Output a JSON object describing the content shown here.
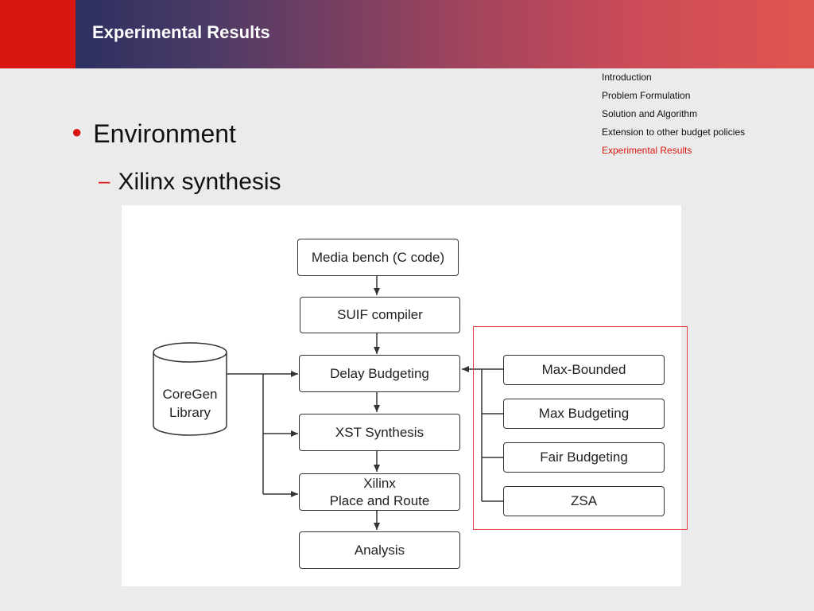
{
  "header": {
    "title": "Experimental Results"
  },
  "nav": {
    "items": [
      {
        "label": "Introduction"
      },
      {
        "label": "Problem Formulation"
      },
      {
        "label": "Solution and Algorithm"
      },
      {
        "label": "Extension to other budget policies"
      },
      {
        "label": "Experimental Results"
      }
    ],
    "active_index": 4
  },
  "content": {
    "bullet": "Environment",
    "subbullet": "Xilinx synthesis"
  },
  "diagram": {
    "flow": {
      "media_bench": "Media bench (C code)",
      "suif": "SUIF compiler",
      "delay_budgeting": "Delay Budgeting",
      "xst": "XST Synthesis",
      "place_route_1": "Xilinx",
      "place_route_2": "Place and Route",
      "analysis": "Analysis"
    },
    "library_1": "CoreGen",
    "library_2": "Library",
    "policies": {
      "max_bounded": "Max-Bounded",
      "max_budgeting": "Max Budgeting",
      "fair_budgeting": "Fair Budgeting",
      "zsa": "ZSA"
    }
  },
  "colors": {
    "accent": "#d9150f",
    "highlight_border": "#e04040"
  }
}
